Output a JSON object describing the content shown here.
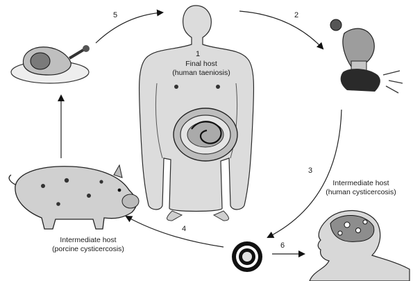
{
  "steps": [
    "1",
    "2",
    "3",
    "4",
    "5",
    "6"
  ],
  "final_host": {
    "line1": "Final host",
    "line2": "(human taeniosis)"
  },
  "intermediate_human": {
    "line1": "Intermediate host",
    "line2": "(human cysticercosis)"
  },
  "intermediate_porcine": {
    "line1": "Intermediate host",
    "line2": "(porcine cysticercosis)"
  },
  "colors": {
    "ink": "#111111",
    "body": "#d9d9d9",
    "shadow": "#9a9a9a"
  }
}
